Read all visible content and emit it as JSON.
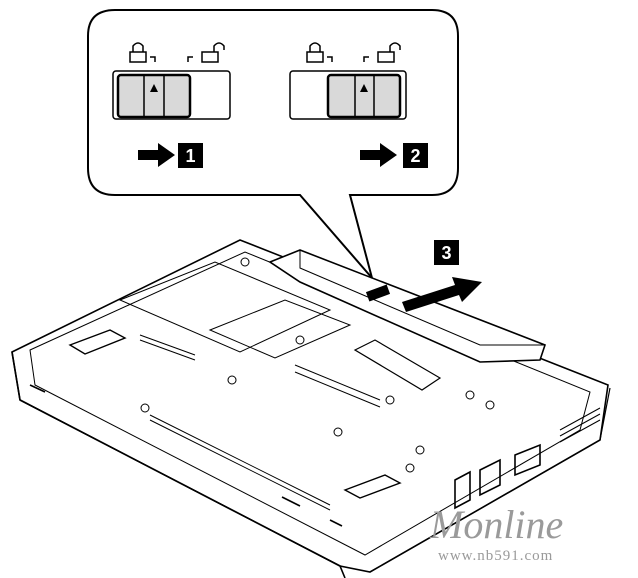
{
  "steps": {
    "step1": "1",
    "step2": "2",
    "step3": "3"
  },
  "latches": [
    {
      "position": "locked"
    },
    {
      "position": "unlocked"
    }
  ],
  "icons": [
    "lock-closed-icon",
    "lock-open-icon",
    "arrow-right-icon"
  ],
  "watermark": {
    "brand": "Monline",
    "url": "www.nb591.com"
  },
  "colors": {
    "ink": "#000000",
    "slider": "#d9d9d9",
    "watermark": "#9a9a9a"
  }
}
